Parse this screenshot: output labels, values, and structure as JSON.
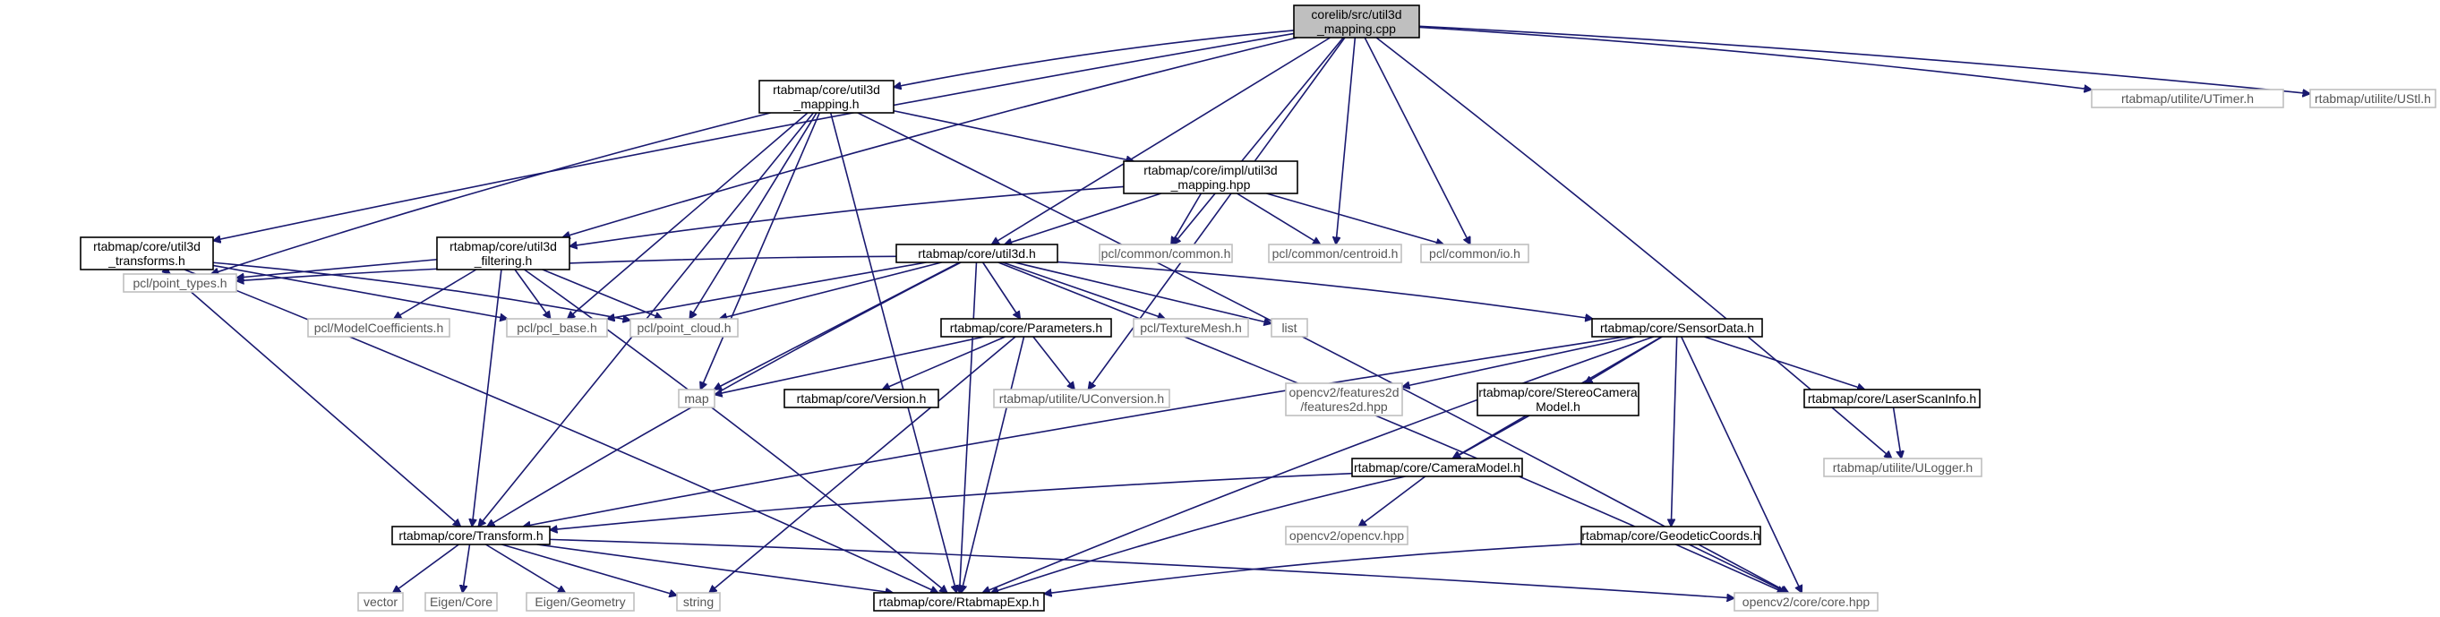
{
  "nodes": [
    {
      "id": "root",
      "lines": [
        "corelib/src/util3d",
        "_mapping.cpp"
      ],
      "kind": "root"
    },
    {
      "id": "mapping_h",
      "lines": [
        "rtabmap/core/util3d",
        "_mapping.h"
      ],
      "kind": "internal"
    },
    {
      "id": "utimer",
      "lines": [
        "rtabmap/utilite/UTimer.h"
      ],
      "kind": "external"
    },
    {
      "id": "ustl",
      "lines": [
        "rtabmap/utilite/UStl.h"
      ],
      "kind": "external"
    },
    {
      "id": "mapping_hpp",
      "lines": [
        "rtabmap/core/impl/util3d",
        "_mapping.hpp"
      ],
      "kind": "internal"
    },
    {
      "id": "transforms_h",
      "lines": [
        "rtabmap/core/util3d",
        "_transforms.h"
      ],
      "kind": "internal"
    },
    {
      "id": "filtering_h",
      "lines": [
        "rtabmap/core/util3d",
        "_filtering.h"
      ],
      "kind": "internal"
    },
    {
      "id": "util3d_h",
      "lines": [
        "rtabmap/core/util3d.h"
      ],
      "kind": "internal"
    },
    {
      "id": "pcl_common",
      "lines": [
        "pcl/common/common.h"
      ],
      "kind": "external"
    },
    {
      "id": "pcl_centroid",
      "lines": [
        "pcl/common/centroid.h"
      ],
      "kind": "external"
    },
    {
      "id": "pcl_io",
      "lines": [
        "pcl/common/io.h"
      ],
      "kind": "external"
    },
    {
      "id": "pcl_point_types",
      "lines": [
        "pcl/point_types.h"
      ],
      "kind": "external"
    },
    {
      "id": "pcl_modelcoef",
      "lines": [
        "pcl/ModelCoefficients.h"
      ],
      "kind": "external"
    },
    {
      "id": "pcl_base",
      "lines": [
        "pcl/pcl_base.h"
      ],
      "kind": "external"
    },
    {
      "id": "pcl_point_cloud",
      "lines": [
        "pcl/point_cloud.h"
      ],
      "kind": "external"
    },
    {
      "id": "parameters_h",
      "lines": [
        "rtabmap/core/Parameters.h"
      ],
      "kind": "internal"
    },
    {
      "id": "pcl_texturemesh",
      "lines": [
        "pcl/TextureMesh.h"
      ],
      "kind": "external"
    },
    {
      "id": "list",
      "lines": [
        "list"
      ],
      "kind": "external"
    },
    {
      "id": "sensordata_h",
      "lines": [
        "rtabmap/core/SensorData.h"
      ],
      "kind": "internal"
    },
    {
      "id": "map",
      "lines": [
        "map"
      ],
      "kind": "external"
    },
    {
      "id": "version_h",
      "lines": [
        "rtabmap/core/Version.h"
      ],
      "kind": "internal"
    },
    {
      "id": "uconversion",
      "lines": [
        "rtabmap/utilite/UConversion.h"
      ],
      "kind": "external"
    },
    {
      "id": "features2d",
      "lines": [
        "opencv2/features2d",
        "/features2d.hpp"
      ],
      "kind": "external"
    },
    {
      "id": "stereocam_h",
      "lines": [
        "rtabmap/core/StereoCamera",
        "Model.h"
      ],
      "kind": "internal"
    },
    {
      "id": "laserscan_h",
      "lines": [
        "rtabmap/core/LaserScanInfo.h"
      ],
      "kind": "internal"
    },
    {
      "id": "ulogger",
      "lines": [
        "rtabmap/utilite/ULogger.h"
      ],
      "kind": "external"
    },
    {
      "id": "cameramodel_h",
      "lines": [
        "rtabmap/core/CameraModel.h"
      ],
      "kind": "internal"
    },
    {
      "id": "opencv_hpp",
      "lines": [
        "opencv2/opencv.hpp"
      ],
      "kind": "external"
    },
    {
      "id": "transform_h",
      "lines": [
        "rtabmap/core/Transform.h"
      ],
      "kind": "internal"
    },
    {
      "id": "geodetic_h",
      "lines": [
        "rtabmap/core/GeodeticCoords.h"
      ],
      "kind": "internal"
    },
    {
      "id": "vector",
      "lines": [
        "vector"
      ],
      "kind": "external"
    },
    {
      "id": "eigen_core",
      "lines": [
        "Eigen/Core"
      ],
      "kind": "external"
    },
    {
      "id": "eigen_geometry",
      "lines": [
        "Eigen/Geometry"
      ],
      "kind": "external"
    },
    {
      "id": "string",
      "lines": [
        "string"
      ],
      "kind": "external"
    },
    {
      "id": "rtabmapexp_h",
      "lines": [
        "rtabmap/core/RtabmapExp.h"
      ],
      "kind": "internal"
    },
    {
      "id": "opencv_core",
      "lines": [
        "opencv2/core/core.hpp"
      ],
      "kind": "external"
    }
  ],
  "edges": [
    [
      "root",
      "mapping_h"
    ],
    [
      "root",
      "utimer"
    ],
    [
      "root",
      "ustl"
    ],
    [
      "root",
      "transforms_h"
    ],
    [
      "root",
      "filtering_h"
    ],
    [
      "root",
      "util3d_h"
    ],
    [
      "root",
      "pcl_common"
    ],
    [
      "root",
      "pcl_centroid"
    ],
    [
      "root",
      "pcl_io"
    ],
    [
      "root",
      "uconversion"
    ],
    [
      "root",
      "ulogger"
    ],
    [
      "mapping_h",
      "mapping_hpp"
    ],
    [
      "mapping_h",
      "transform_h"
    ],
    [
      "mapping_h",
      "pcl_point_types"
    ],
    [
      "mapping_h",
      "pcl_base"
    ],
    [
      "mapping_h",
      "pcl_point_cloud"
    ],
    [
      "mapping_h",
      "map"
    ],
    [
      "mapping_h",
      "rtabmapexp_h"
    ],
    [
      "mapping_h",
      "opencv_core"
    ],
    [
      "mapping_hpp",
      "filtering_h"
    ],
    [
      "mapping_hpp",
      "util3d_h"
    ],
    [
      "mapping_hpp",
      "pcl_common"
    ],
    [
      "mapping_hpp",
      "pcl_centroid"
    ],
    [
      "mapping_hpp",
      "pcl_io"
    ],
    [
      "transforms_h",
      "pcl_point_types"
    ],
    [
      "transforms_h",
      "pcl_base"
    ],
    [
      "transforms_h",
      "pcl_point_cloud"
    ],
    [
      "transforms_h",
      "transform_h"
    ],
    [
      "transforms_h",
      "rtabmapexp_h"
    ],
    [
      "filtering_h",
      "pcl_point_types"
    ],
    [
      "filtering_h",
      "pcl_modelcoef"
    ],
    [
      "filtering_h",
      "pcl_base"
    ],
    [
      "filtering_h",
      "pcl_point_cloud"
    ],
    [
      "filtering_h",
      "transform_h"
    ],
    [
      "filtering_h",
      "rtabmapexp_h"
    ],
    [
      "util3d_h",
      "pcl_point_types"
    ],
    [
      "util3d_h",
      "pcl_base"
    ],
    [
      "util3d_h",
      "pcl_point_cloud"
    ],
    [
      "util3d_h",
      "parameters_h"
    ],
    [
      "util3d_h",
      "pcl_texturemesh"
    ],
    [
      "util3d_h",
      "list"
    ],
    [
      "util3d_h",
      "sensordata_h"
    ],
    [
      "util3d_h",
      "map"
    ],
    [
      "util3d_h",
      "transform_h"
    ],
    [
      "util3d_h",
      "rtabmapexp_h"
    ],
    [
      "util3d_h",
      "opencv_core"
    ],
    [
      "parameters_h",
      "map"
    ],
    [
      "parameters_h",
      "version_h"
    ],
    [
      "parameters_h",
      "uconversion"
    ],
    [
      "parameters_h",
      "string"
    ],
    [
      "parameters_h",
      "rtabmapexp_h"
    ],
    [
      "sensordata_h",
      "features2d"
    ],
    [
      "sensordata_h",
      "stereocam_h"
    ],
    [
      "sensordata_h",
      "laserscan_h"
    ],
    [
      "sensordata_h",
      "cameramodel_h"
    ],
    [
      "sensordata_h",
      "transform_h"
    ],
    [
      "sensordata_h",
      "geodetic_h"
    ],
    [
      "sensordata_h",
      "rtabmapexp_h"
    ],
    [
      "sensordata_h",
      "opencv_core"
    ],
    [
      "stereocam_h",
      "cameramodel_h"
    ],
    [
      "laserscan_h",
      "ulogger"
    ],
    [
      "cameramodel_h",
      "opencv_hpp"
    ],
    [
      "cameramodel_h",
      "transform_h"
    ],
    [
      "cameramodel_h",
      "rtabmapexp_h"
    ],
    [
      "transform_h",
      "vector"
    ],
    [
      "transform_h",
      "eigen_core"
    ],
    [
      "transform_h",
      "eigen_geometry"
    ],
    [
      "transform_h",
      "string"
    ],
    [
      "transform_h",
      "rtabmapexp_h"
    ],
    [
      "transform_h",
      "opencv_core"
    ],
    [
      "geodetic_h",
      "opencv_core"
    ],
    [
      "geodetic_h",
      "rtabmapexp_h"
    ]
  ]
}
